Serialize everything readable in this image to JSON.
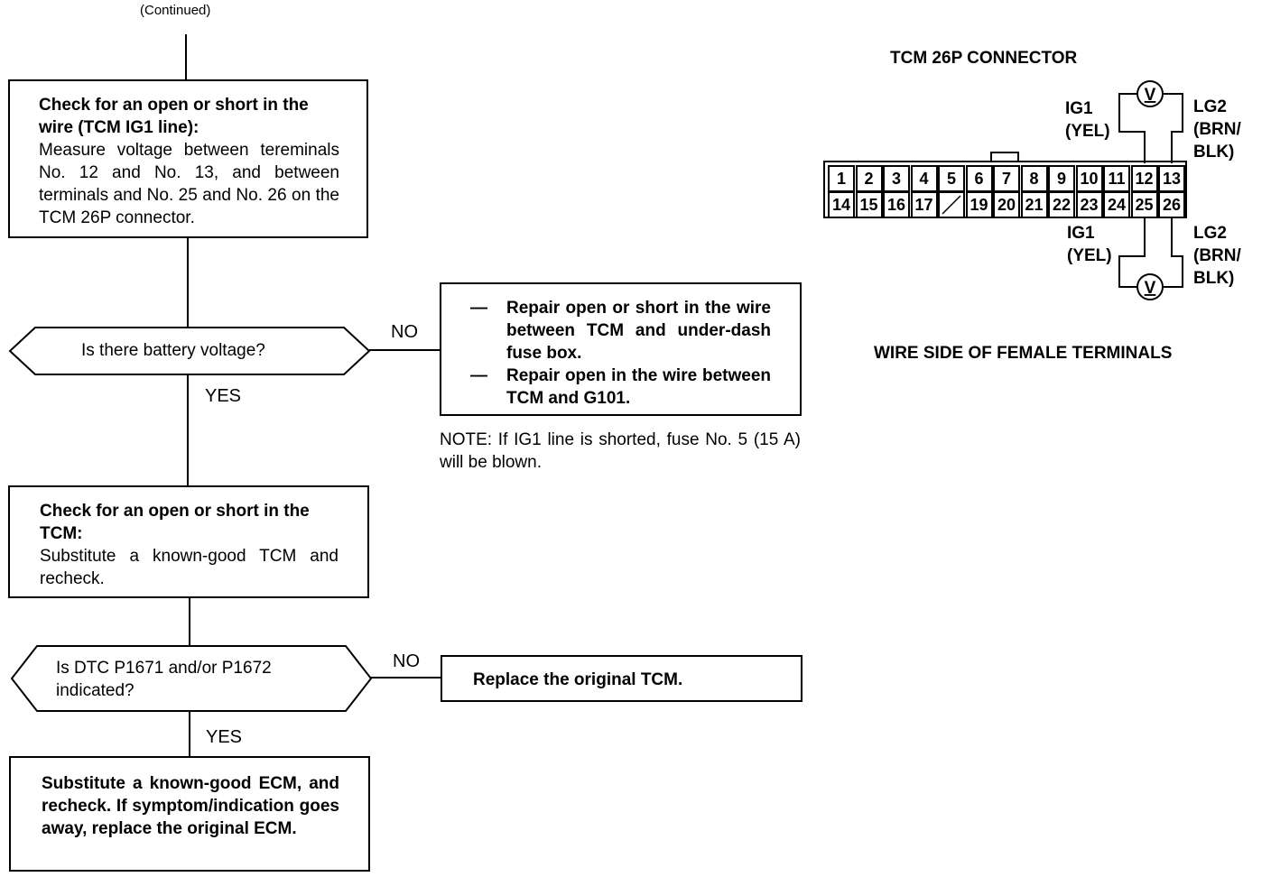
{
  "continued": "(Continued)",
  "step1": {
    "title": "Check for an open or short in the wire (TCM IG1 line):",
    "body": "Measure voltage between tereminals No. 12 and No. 13, and between terminals and No. 25 and No. 26 on the TCM 26P connector."
  },
  "decision1": {
    "question": "Is there battery voltage?",
    "no_label": "NO",
    "yes_label": "YES"
  },
  "repair1": {
    "items": [
      {
        "dash": "—",
        "text": "Repair open or short in the wire between TCM and under-dash fuse box."
      },
      {
        "dash": "—",
        "text": "Repair open in the wire between TCM and G101."
      }
    ],
    "note": "NOTE: If IG1 line is shorted, fuse No. 5 (15 A) will be blown."
  },
  "step2": {
    "title": "Check for an open or short in the TCM:",
    "body": "Substitute a known-good TCM and recheck."
  },
  "decision2": {
    "question": "Is DTC P1671 and/or P1672 indicated?",
    "no_label": "NO",
    "yes_label": "YES"
  },
  "repair2": {
    "text": "Replace the original TCM."
  },
  "step3": {
    "text": "Substitute a known-good ECM, and recheck. If symptom/indication goes away, replace the original ECM."
  },
  "connector": {
    "title": "TCM 26P CONNECTOR",
    "caption": "WIRE SIDE OF FEMALE TERMINALS",
    "row1": [
      "1",
      "2",
      "3",
      "4",
      "5",
      "6",
      "7",
      "8",
      "9",
      "10",
      "11",
      "12",
      "13"
    ],
    "row2": [
      "14",
      "15",
      "16",
      "17",
      "",
      "19",
      "20",
      "21",
      "22",
      "23",
      "24",
      "25",
      "26"
    ],
    "meter_symbol": "V",
    "top_left_wire": {
      "name": "IG1",
      "color": "(YEL)"
    },
    "top_right_wire": {
      "name": "LG2",
      "color1": "(BRN/",
      "color2": "BLK)"
    },
    "bottom_left_wire": {
      "name": "IG1",
      "color": "(YEL)"
    },
    "bottom_right_wire": {
      "name": "LG2",
      "color1": "(BRN/",
      "color2": "BLK)"
    }
  }
}
